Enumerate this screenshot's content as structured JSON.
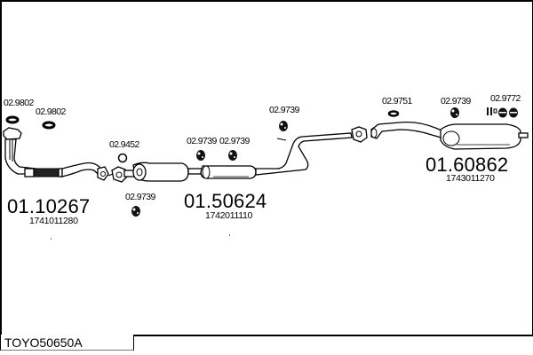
{
  "drawing_id": "TOYO50650A",
  "parts": [
    {
      "number": "01.10267",
      "oe_number": "1741011280",
      "description": "front-pipe-with-catalyst"
    },
    {
      "number": "01.50624",
      "oe_number": "1742011110",
      "description": "middle-silencer"
    },
    {
      "number": "01.60862",
      "oe_number": "1743011270",
      "description": "rear-silencer"
    }
  ],
  "accessories": [
    {
      "ref": "02.9802",
      "icon": "gasket-ring-icon"
    },
    {
      "ref": "02.9802",
      "icon": "gasket-ring-icon"
    },
    {
      "ref": "02.9452",
      "icon": "o-ring-icon"
    },
    {
      "ref": "02.9739",
      "icon": "rubber-hanger-icon"
    },
    {
      "ref": "02.9739",
      "icon": "rubber-hanger-icon"
    },
    {
      "ref": "02.9739",
      "icon": "rubber-hanger-icon"
    },
    {
      "ref": "02.9739",
      "icon": "rubber-hanger-icon"
    },
    {
      "ref": "02.9751",
      "icon": "gasket-ring-icon"
    },
    {
      "ref": "02.9739",
      "icon": "rubber-hanger-icon"
    },
    {
      "ref": "02.9772",
      "icon": "mounting-kit-icon"
    }
  ],
  "colors": {
    "line": "#000000",
    "background": "#ffffff"
  }
}
